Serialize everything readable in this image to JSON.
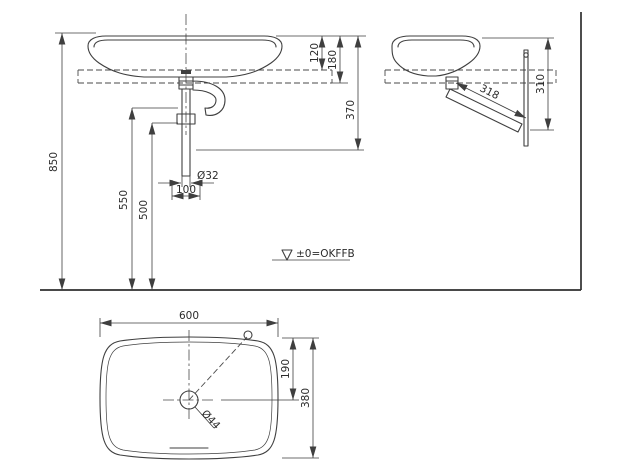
{
  "drawing": {
    "front_view": {
      "dim_850": "850",
      "dim_120": "120",
      "dim_180": "180",
      "dim_370": "370",
      "dim_550": "550",
      "dim_500": "500",
      "dim_d32": "Ø32",
      "dim_100": "100"
    },
    "side_view": {
      "dim_318": "318",
      "dim_310": "310"
    },
    "level_mark": {
      "label": "±0=OKFFB"
    },
    "plan_view": {
      "dim_600": "600",
      "dim_190": "190",
      "dim_380": "380",
      "dim_d44": "Ø44"
    },
    "colors": {
      "line": "#3f3f3f",
      "background": "#ffffff"
    }
  }
}
